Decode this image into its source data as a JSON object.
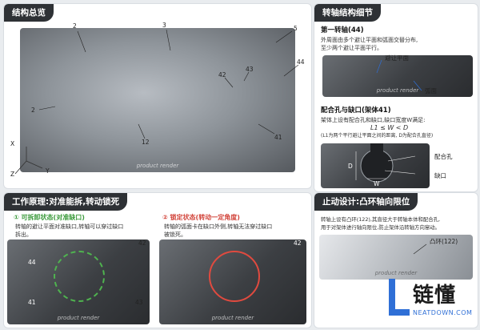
{
  "overview": {
    "title": "结构总览",
    "callouts": [
      "2",
      "3",
      "5",
      "2",
      "42",
      "43",
      "44",
      "12",
      "41"
    ],
    "axes": {
      "x": "X",
      "z": "Z",
      "y": "Y"
    }
  },
  "shaft_detail": {
    "title": "转轴结构细节",
    "subtitle": "第一转轴(44)",
    "desc": [
      "外周面由多个避让平面和弧面交替分布,",
      "至少两个避让平面平行。"
    ],
    "flat_label": "避让平面",
    "arc_label": "弧面"
  },
  "hole_notch": {
    "title": "配合孔与缺口(架体41)",
    "desc": [
      "架体上设有配合孔和缺口,缺口宽度W满足:"
    ],
    "formula": "L1 ≤ W < D",
    "note": "(L1为两个平行避让平面之间的距离, D为配合孔直径)",
    "hole_label": "配合孔",
    "notch_label": "缺口",
    "dim_d": "D",
    "dim_w": "W"
  },
  "principle": {
    "title": "工作原理:对准能拆,转动锁死",
    "state1": {
      "title": "① 可拆卸状态(对准缺口)",
      "desc": [
        "转轴的避让平面对准缺口,转轴可以穿过缺口",
        "拆出。"
      ]
    },
    "state2": {
      "title": "② 锁定状态(转动一定角度)",
      "desc": [
        "转轴的弧面卡在缺口外侧,转轴无法穿过缺口",
        "被锁死。"
      ]
    },
    "callouts": [
      "44",
      "41",
      "42",
      "43",
      "42"
    ]
  },
  "stop_design": {
    "title": "止动设计:凸环轴向限位",
    "desc": [
      "转轴上设有凸环(122),其直径大于转轴本体和配合孔,",
      "用于对架体进行轴向限位,防止架体沿转轴方向窜动。"
    ],
    "ring_label": "凸环(122)"
  },
  "placeholders": {
    "photo": "product render"
  },
  "brand": {
    "name": "链懂",
    "url": "NEATDOWN.COM"
  }
}
